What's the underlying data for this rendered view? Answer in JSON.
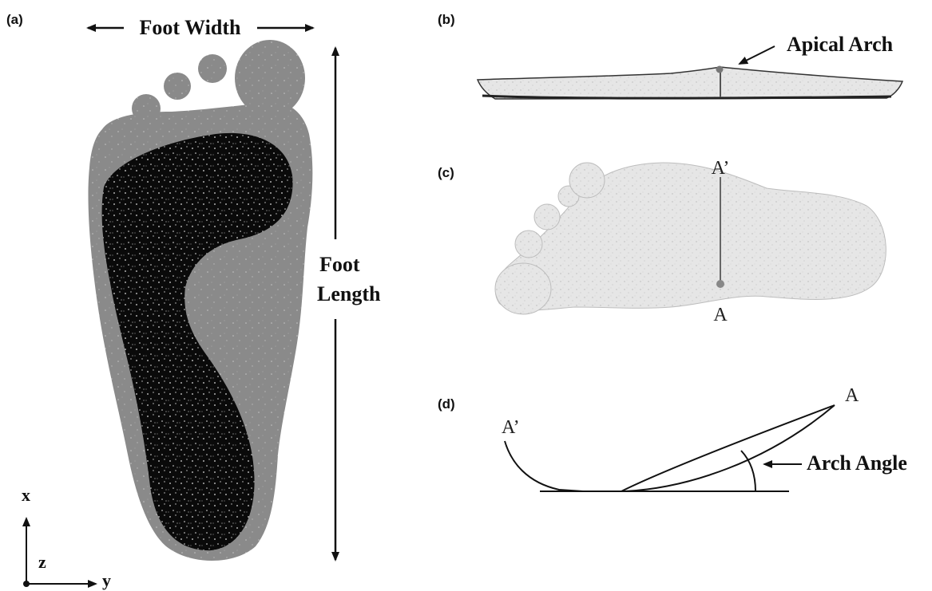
{
  "panels": {
    "a": {
      "label": "(a)",
      "foot_width_label": "Foot Width",
      "foot_length_label_line1": "Foot",
      "foot_length_label_line2": "Length",
      "axis_x": "x",
      "axis_y": "y",
      "axis_z": "z"
    },
    "b": {
      "label": "(b)",
      "apical_arch_label": "Apical Arch"
    },
    "c": {
      "label": "(c)",
      "point_a_prime": "A’",
      "point_a": "A"
    },
    "d": {
      "label": "(d)",
      "point_a_prime": "A’",
      "point_a": "A",
      "arch_angle_label": "Arch Angle"
    }
  },
  "colors": {
    "outer_foot": "#8a8a8a",
    "inner_contact": "#0a0a0a",
    "scan_fill": "#e2e2e2",
    "line": "#111111"
  }
}
